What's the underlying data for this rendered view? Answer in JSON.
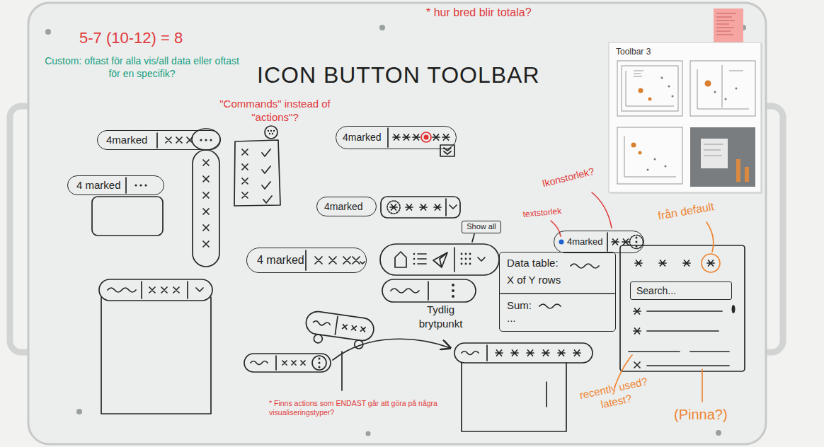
{
  "diagram": {
    "title": "ICON BUTTON TOOLBAR",
    "nodes": [
      {
        "text": [
          "4marked"
        ]
      },
      {
        "text": [
          "4marked"
        ]
      },
      {
        "text": [
          "Toolbar 3"
        ]
      },
      {
        "text": [
          "4 marked"
        ]
      },
      {
        "text": [
          "4marked"
        ]
      },
      {
        "text": [
          "Show all"
        ]
      },
      {
        "text": [
          "4marked"
        ]
      },
      {
        "text": [
          "4 marked"
        ]
      },
      {
        "text": [
          "Data table:",
          "X of Y rows",
          "Sum:",
          "..."
        ]
      },
      {
        "text": [
          "Search..."
        ]
      }
    ],
    "labels": [
      "5-7 (10-12) = 8",
      "* hur bred blir totala?",
      "Custom: oftast för alla vis/all data eller oftast för en specifik?",
      "\"Commands\" instead of \"actions\"?",
      "Ikonstorlek?",
      "textstorlek",
      "från default",
      "Tydlig brytpunkt",
      "* Finns actions som ENDAST går att göra på några visualiseringstyper?",
      "recently used? latest?",
      "(Pinna?)"
    ]
  }
}
